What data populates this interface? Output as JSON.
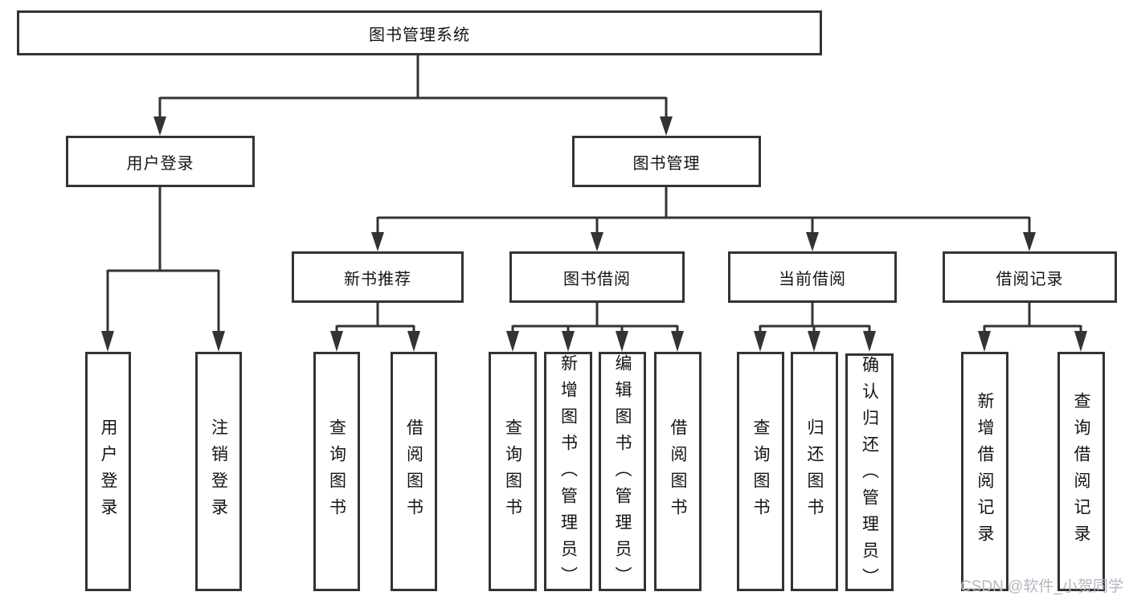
{
  "diagram": {
    "root": {
      "label": "图书管理系统"
    },
    "level2": {
      "user_login": {
        "label": "用户登录"
      },
      "book_management": {
        "label": "图书管理"
      }
    },
    "level3": {
      "new_book_recommend": {
        "label": "新书推荐"
      },
      "book_borrow": {
        "label": "图书借阅"
      },
      "current_borrow": {
        "label": "当前借阅"
      },
      "borrow_records": {
        "label": "借阅记录"
      }
    },
    "leaves": {
      "user_login": [
        "用户登录",
        "注销登录"
      ],
      "new_book": [
        "查询图书",
        "借阅图书"
      ],
      "book_borrow": [
        "查询图书",
        "新增图书（管理员）",
        "编辑图书（管理员）",
        "借阅图书"
      ],
      "current_borrow": [
        "查询图书",
        "归还图书",
        "确认归还（管理员）"
      ],
      "borrow_records": [
        "新增借阅记录",
        "查询借阅记录"
      ]
    }
  },
  "watermark": {
    "text": "CSDN @软件_小贺同学"
  },
  "colors": {
    "line": "#333333",
    "node_border": "#333333",
    "text": "#141414",
    "watermark": "#b3b8bf",
    "background": "#ffffff"
  }
}
